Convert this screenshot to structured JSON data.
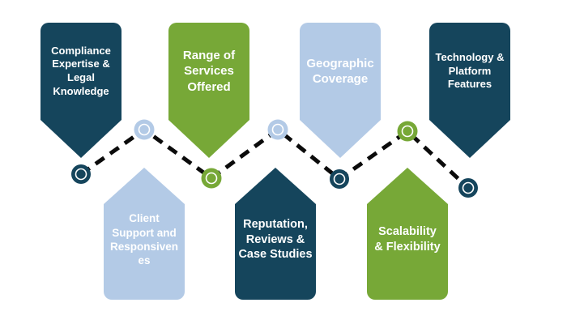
{
  "diagram": {
    "type": "zigzag-banner-timeline",
    "background_color": "#FFFFFF",
    "label_text_color": "#FFFFFF",
    "colors": {
      "navy": "#15455C",
      "green": "#77A837",
      "light_blue": "#B3CAE6"
    },
    "banners": [
      {
        "label": "Compliance\nExpertise &\nLegal\nKnowledge",
        "color": "#15455C",
        "row": "top"
      },
      {
        "label": "Range of\nServices\nOffered",
        "color": "#77A837",
        "row": "top"
      },
      {
        "label": "Geographic\nCoverage",
        "color": "#B3CAE6",
        "row": "top"
      },
      {
        "label": "Technology &\nPlatform\nFeatures",
        "color": "#15455C",
        "row": "top"
      },
      {
        "label": "Client\nSupport and\nResponsiven\nes",
        "color": "#B3CAE6",
        "row": "bottom"
      },
      {
        "label": "Reputation,\nReviews &\nCase Studies",
        "color": "#15455C",
        "row": "bottom"
      },
      {
        "label": "Scalability\n& Flexibility",
        "color": "#77A837",
        "row": "bottom"
      }
    ],
    "connector": {
      "color": "#0B0B0B",
      "style": "dashed"
    },
    "node_ring_color": "#FFFFFF",
    "nodes": [
      {
        "color": "#15455C",
        "position": "valley"
      },
      {
        "color": "#B3CAE6",
        "position": "peak"
      },
      {
        "color": "#77A837",
        "position": "valley"
      },
      {
        "color": "#B3CAE6",
        "position": "peak"
      },
      {
        "color": "#15455C",
        "position": "valley"
      },
      {
        "color": "#77A837",
        "position": "peak"
      },
      {
        "color": "#15455C",
        "position": "valley"
      }
    ]
  }
}
